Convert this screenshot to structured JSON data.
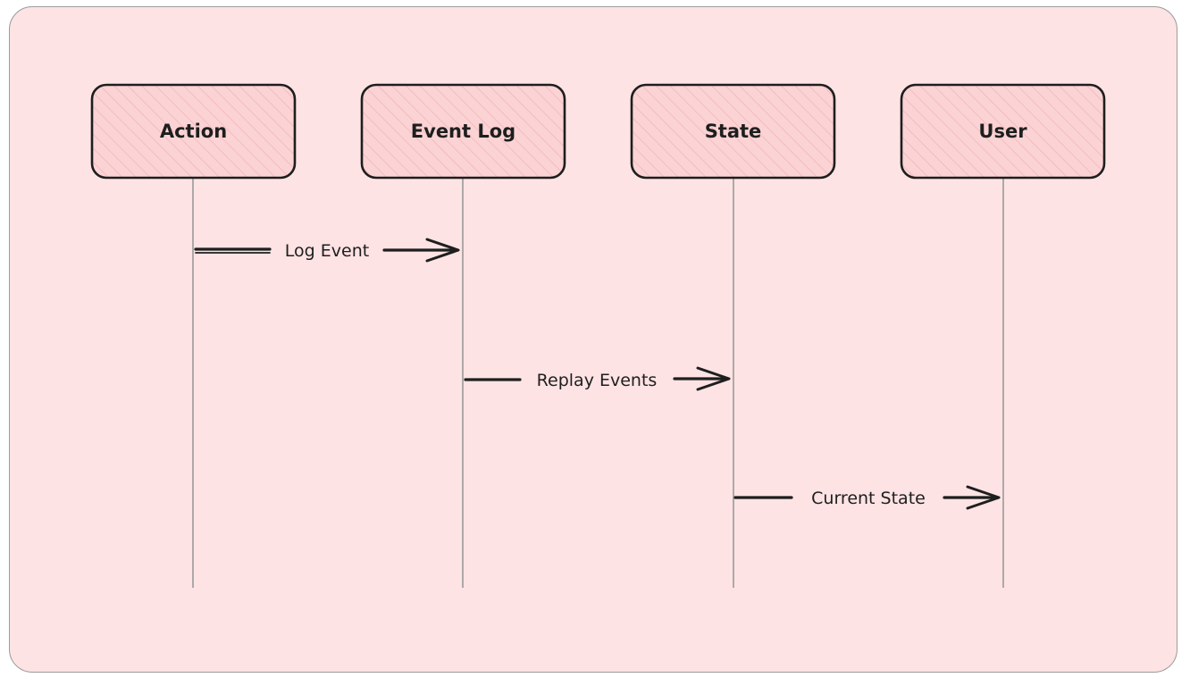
{
  "colors": {
    "background": "#fde3e4",
    "box_fill": "#fbd3d5",
    "hatch": "#f0b7ba",
    "stroke": "#1e1e1e",
    "lifeline": "#9a9a9a"
  },
  "participants": [
    {
      "id": "action",
      "label": "Action"
    },
    {
      "id": "event-log",
      "label": "Event Log"
    },
    {
      "id": "state",
      "label": "State"
    },
    {
      "id": "user",
      "label": "User"
    }
  ],
  "messages": [
    {
      "from": "action",
      "to": "event-log",
      "label": "Log Event"
    },
    {
      "from": "event-log",
      "to": "state",
      "label": "Replay Events"
    },
    {
      "from": "state",
      "to": "user",
      "label": "Current State"
    }
  ]
}
